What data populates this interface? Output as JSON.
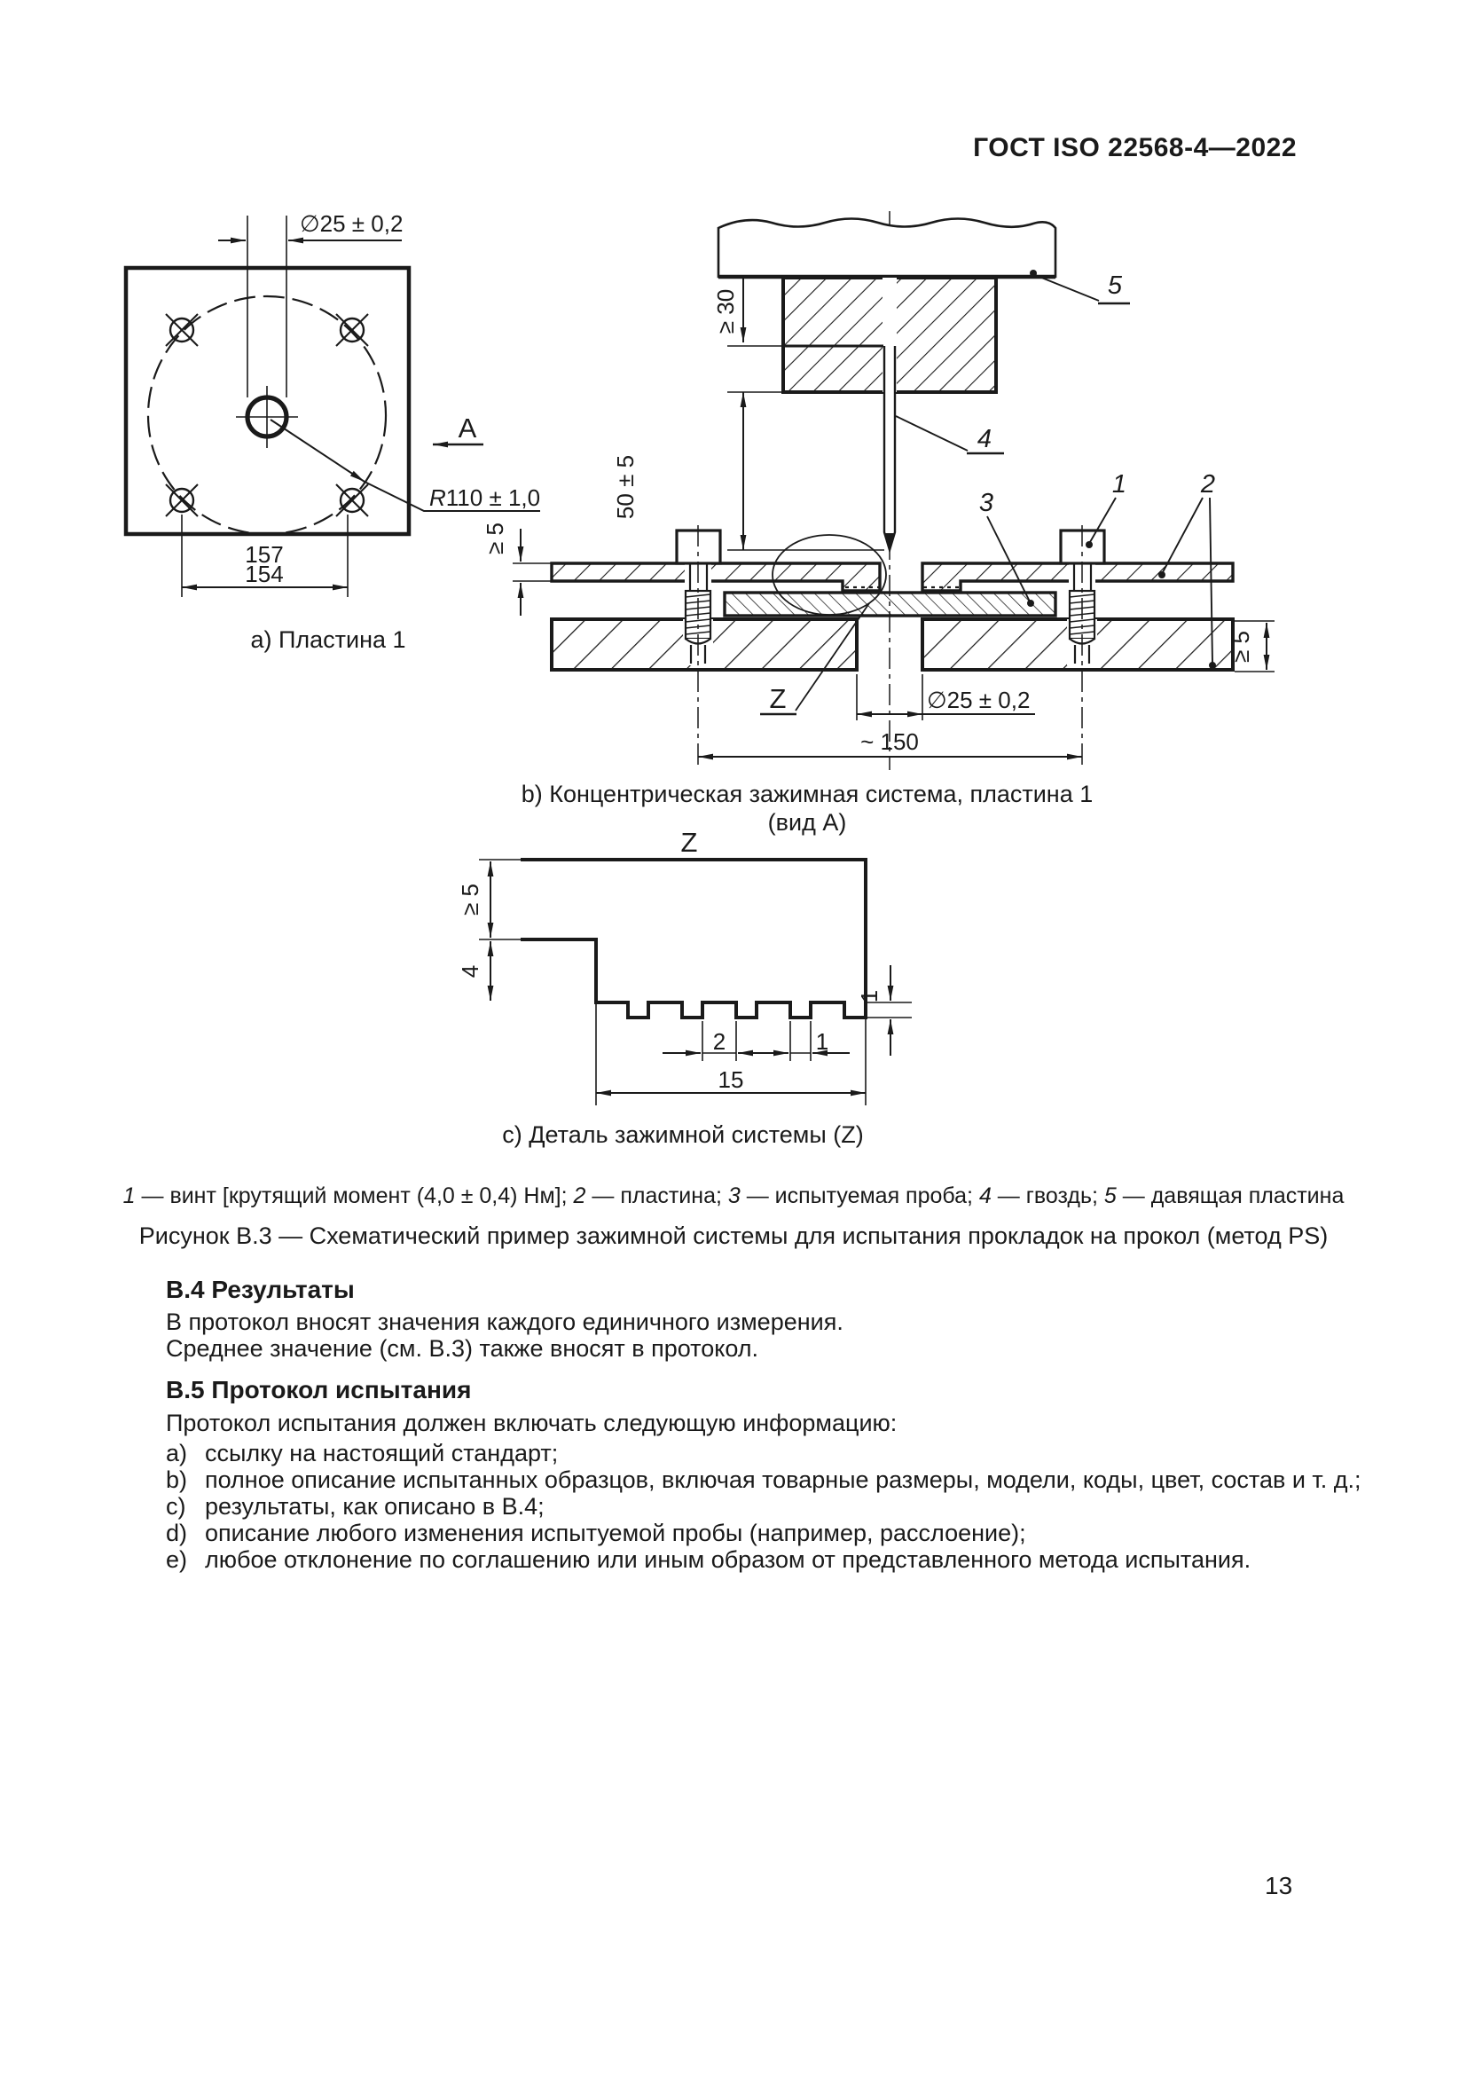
{
  "header": {
    "title": "ГОСТ ISO 22568-4—2022"
  },
  "fig_a": {
    "caption": "a) Пластина 1",
    "dim_d25": "∅25 ± 0,2",
    "r110_prefix": "R",
    "r110_value": "110 ± 1,0",
    "dim_157": "157",
    "dim_154": "154",
    "view_label": "A"
  },
  "fig_b": {
    "caption": "b) Концентрическая зажимная система, пластина 1",
    "caption2": "(вид A)",
    "detail_label": "Z",
    "part_1": "1",
    "part_2": "2",
    "part_3": "3",
    "part_4": "4",
    "part_5": "5",
    "dim_ge30": "≥ 30",
    "dim_50": "50 ± 5",
    "dim_ge5_left": "≥ 5",
    "dim_ge5_right": "≥ 5",
    "dim_d25": "∅25 ± 0,2",
    "dim_150": "~ 150"
  },
  "fig_c": {
    "caption": "c) Деталь зажимной системы (Z)",
    "detail_label": "Z",
    "dim_ge5": "≥ 5",
    "dim_4": "4",
    "dim_1_depth": "1",
    "dim_2": "2",
    "dim_1_width": "1",
    "dim_15": "15"
  },
  "legend": {
    "items": [
      {
        "num": "1",
        "text": " — винт [крутящий момент (4,0 ± 0,4) Нм]; "
      },
      {
        "num": "2",
        "text": " — пластина; "
      },
      {
        "num": "3",
        "text": " — испытуемая проба; "
      },
      {
        "num": "4",
        "text": " — гвоздь; "
      },
      {
        "num": "5",
        "text": " — давящая пластина"
      }
    ]
  },
  "figure_caption": "Рисунок В.3 — Схематический пример зажимной системы для испытания прокладок на прокол (метод PS)",
  "section_b4": {
    "heading": "В.4  Результаты",
    "para1": "В протокол вносят значения каждого единичного измерения.",
    "para2": "Среднее значение (см. В.3) также вносят в протокол."
  },
  "section_b5": {
    "heading": "В.5  Протокол испытания",
    "intro": "Протокол испытания должен включать следующую информацию:",
    "items": [
      {
        "marker": "a)",
        "text": "ссылку на настоящий стандарт;"
      },
      {
        "marker": "b)",
        "text": "полное описание испытанных образцов, включая товарные размеры, модели, коды, цвет, состав и т. д.;"
      },
      {
        "marker": "c)",
        "text": "результаты, как описано в В.4;"
      },
      {
        "marker": "d)",
        "text": "описание любого изменения испытуемой пробы (например, расслоение);"
      },
      {
        "marker": "e)",
        "text": "любое отклонение по соглашению или иным образом от представленного метода испытания."
      }
    ]
  },
  "footer": {
    "page_number": "13"
  }
}
